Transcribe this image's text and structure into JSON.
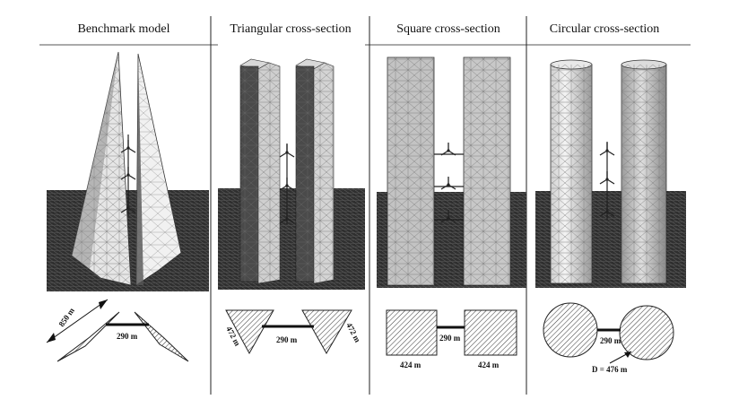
{
  "figure": {
    "columns": [
      {
        "title": "Benchmark model",
        "labels": {
          "length": "850 m",
          "gap": "290 m"
        }
      },
      {
        "title": "Triangular cross-section",
        "labels": {
          "side_left": "472 m",
          "gap": "290 m",
          "side_right": "472 m"
        }
      },
      {
        "title": "Square cross-section",
        "labels": {
          "gap": "290 m",
          "side_left": "424 m",
          "side_right": "424 m"
        }
      },
      {
        "title": "Circular cross-section",
        "labels": {
          "gap": "290 m",
          "diameter": "D = 476 m"
        }
      }
    ]
  },
  "colors": {
    "ground": "#2c2c2c",
    "tower_light": "#efefef",
    "tower_mid": "#bdbdbd",
    "tower_dark": "#3e3e3e",
    "mesh": "#6a6a6a",
    "hatch": "#444444"
  }
}
